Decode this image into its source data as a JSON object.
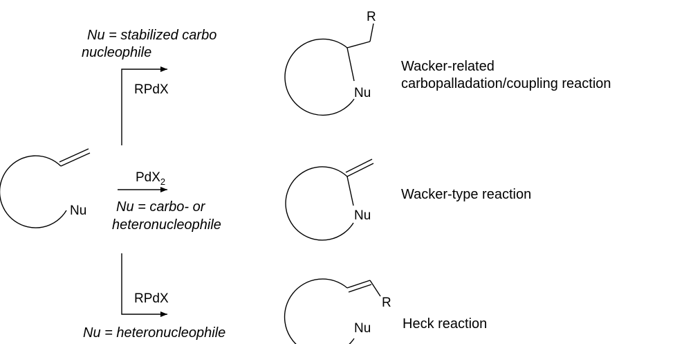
{
  "reactant": {
    "nu": "Nu"
  },
  "top_path": {
    "condition_line1": "Nu = stabilized carbo",
    "condition_line2": "nucleophile",
    "reagent": "RPdX",
    "product": {
      "r": "R",
      "nu": "Nu"
    },
    "reaction_line1": "Wacker-related",
    "reaction_line2": "carbopalladation/coupling reaction"
  },
  "middle_path": {
    "reagent_base": "PdX",
    "reagent_sub": "2",
    "condition_line1": "Nu = carbo- or",
    "condition_line2": "heteronucleophile",
    "product": {
      "nu": "Nu"
    },
    "reaction": "Wacker-type reaction"
  },
  "bottom_path": {
    "reagent": "RPdX",
    "condition": "Nu = heteronucleophile",
    "product": {
      "r": "R",
      "nu": "Nu"
    },
    "reaction": "Heck reaction"
  }
}
